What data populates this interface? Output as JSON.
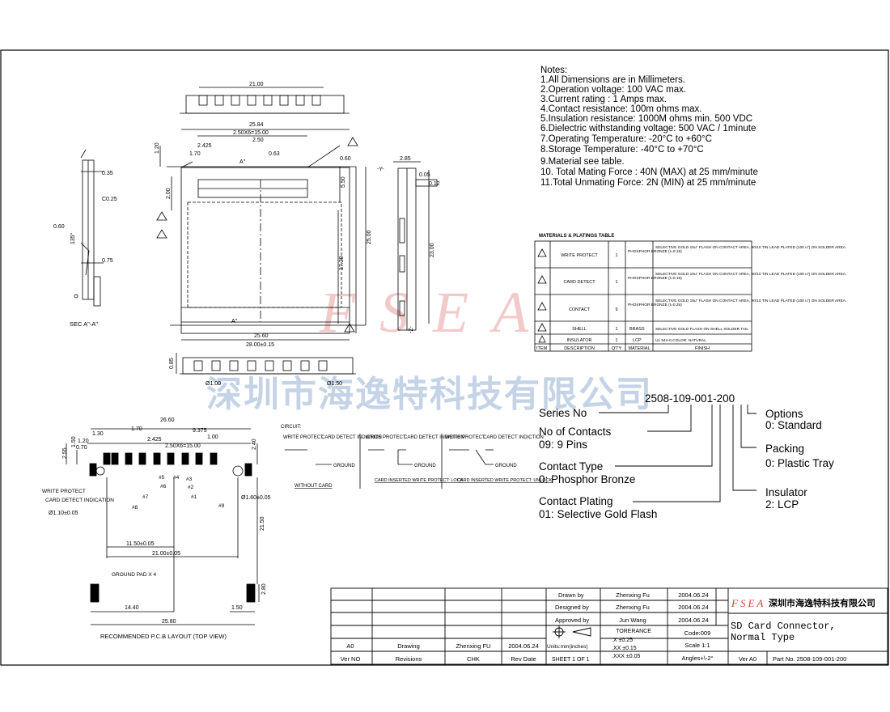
{
  "notes": {
    "heading": "Notes:",
    "items": [
      "1.All Dimensions are in Millimeters.",
      "2.Operation voltage: 100 VAC max.",
      "3.Current rating : 1 Amps max.",
      "4.Contact resistance: 100m ohms max.",
      "5.Insulation resistance: 1000M ohms min.   500 VDC",
      "6.Dielectric withstanding voltage: 500 VAC / 1minute",
      "7.Operating Temperature: -20°C to +60°C",
      "8.Storage Temperature: -40°C to +70°C",
      "9.Material see table.",
      "10. Total Mating Force : 40N (MAX) at 25 mm/minute",
      "11.Total Unmating Force: 2N (MIN) at 25 mm/minute"
    ]
  },
  "materials_table": {
    "title": "MATERIALS & PLATINGS TABLE",
    "rows": [
      {
        "item": "5",
        "description": "WRITE PROTECT",
        "qty": "1",
        "material": "PHOSPHOR BRONZE (t=0.15)",
        "finish": "SELECTIVE GOLD 10u\" FLASH ON CONTACT AREA, 90/10 TIN LEAD PLATED (100 u\") ON SOLDER AREA."
      },
      {
        "item": "4",
        "description": "CARD DETECT",
        "qty": "1",
        "material": "PHOSPHOR BRONZE (t=0.15)",
        "finish": "SELECTIVE GOLD 10u\" FLASH ON CONTACT AREA, 90/10 TIN LEAD PLATED (100 u\") ON SOLDER AREA."
      },
      {
        "item": "3",
        "description": "CONTACT",
        "qty": "9",
        "material": "PHOSPHOR BRONZE (t=0.25)",
        "finish": "SELECTIVE GOLD 15u\" FLASH ON CONTACT AREA, 90/10 TIN LEAD PLATED (100 u\") ON SOLDER AREA."
      },
      {
        "item": "2",
        "description": "SHELL",
        "qty": "1",
        "material": "BRASS",
        "finish": "SELECTIVE GOLD FLASH ON SHELL SOLDER TAIL"
      },
      {
        "item": "1",
        "description": "INSULATOR",
        "qty": "1",
        "material": "LCP",
        "finish": "UL 94V-0,COLOR: NATURAL"
      }
    ],
    "header": {
      "item": "ITEM",
      "description": "DESCRIPTION",
      "qty": "Q'TY",
      "material": "MATERIAL",
      "finish": "FINISH"
    }
  },
  "part_number": {
    "code": "2508-109-001-200",
    "fields": [
      {
        "title": "Series No",
        "value": ""
      },
      {
        "title": "No of Contacts",
        "value": "09: 9 Pins"
      },
      {
        "title": "Contact Type",
        "value": "0: Phosphor Bronze"
      },
      {
        "title": "Contact Plating",
        "value": "01: Selective Gold Flash"
      },
      {
        "title": "Options",
        "value": "0: Standard"
      },
      {
        "title": "Packing",
        "value": "0: Plastic Tray"
      },
      {
        "title": "Insulator",
        "value": "2: LCP"
      }
    ]
  },
  "watermark": {
    "latin": "FSEA",
    "company": "深圳市海逸特科技有限公司",
    "color": "#e8a0a0",
    "company_color": "#9fb6d6"
  },
  "top_view": {
    "dims": [
      "21.00",
      "25.84",
      "2.50X6=15.00",
      "2.425",
      "2.50",
      "1.70",
      "0.63",
      "0.60",
      "1.20",
      "2.00",
      "5.50",
      "25.00",
      "17.20",
      "25.60",
      "28.00±0.15",
      "A\"",
      "A\"",
      "-Y-",
      "-Z-"
    ]
  },
  "side_view": {
    "dims": [
      "2.85",
      "0.05",
      "0.12",
      "23.00"
    ]
  },
  "section_view": {
    "label": "SEC A\"-A\"",
    "dims": [
      "0.35",
      "C0.25",
      "0.60",
      "0.75",
      "135°"
    ]
  },
  "front_view": {
    "dims": [
      "0.85",
      "Ø1.00",
      "Ø1.50"
    ]
  },
  "circuit": {
    "title": "CIRCUIT:",
    "labels": [
      "WRITE PROTECT",
      "CARD DETECT INDICTION",
      "GROUND"
    ],
    "states": [
      "WITHOUT CARD",
      "CARD INSERTED WRITE PROTECT: LOCK",
      "CARD INSERTED WRITE PROTECT: UNLOCK"
    ]
  },
  "pcb": {
    "title": "RECOMMENDED P.C.B LAYOUT (TOP VIEW)",
    "dims": [
      "26.60",
      "1.70",
      "9.375",
      "1.30",
      "1.00",
      "0.70",
      "2.425",
      "2.50X6=15.00",
      "2.55",
      "1.50",
      "1.20",
      "2.40",
      "Ø1.60±0.05",
      "Ø1.10±0.05",
      "21.50",
      "11.50±0.05",
      "21.00±0.05",
      "14.40",
      "1.50",
      "2.80",
      "25.80"
    ],
    "labels": [
      "WRITE PROTECT",
      "CARD DETECT INDICATION",
      "GROUND PAD X 4",
      "#7",
      "#8",
      "#5",
      "#4",
      "#3",
      "#2",
      "#1",
      "#9",
      "#6"
    ]
  },
  "title_block": {
    "revision": {
      "ver": "A0",
      "revisions": "Drawing",
      "chk": "Zhenxing FU",
      "rev_date": "2004.06.24",
      "hdr_ver": "Ver NO",
      "hdr_revisions": "Revisions",
      "hdr_chk": "CHK",
      "hdr_rev_date": "Rev Date"
    },
    "units": "Units:mm(inches)",
    "sheet": "SHEET 1 OF 1",
    "drawn_label": "Drawn by",
    "drawn_name": "Zhenxing Fu",
    "drawn_date": "2004.06.24",
    "designed_label": "Designed by",
    "designed_name": "Zhenxing Fu",
    "designed_date": "2004.06.24",
    "approved_label": "Approved by",
    "approved_name": "Jun Wang",
    "approved_date": "2004.06.24",
    "tolerance_label": "TORERANCE",
    "tol_1": ".X  ±0.25",
    "tol_2": ".XX  ±0.15",
    "tol_3": ".XXX ±0.05",
    "code": "Code:009",
    "scale": "Scale 1:1",
    "angles": "Angles+\\-2°",
    "logo": "FSEA",
    "company": "深圳市海逸特科技有限公司",
    "title_line1": "SD Card Connector,",
    "title_line2": "Normal Type",
    "ver": "Ver A0",
    "part_no": "Part No. 2508-109-001-200"
  }
}
